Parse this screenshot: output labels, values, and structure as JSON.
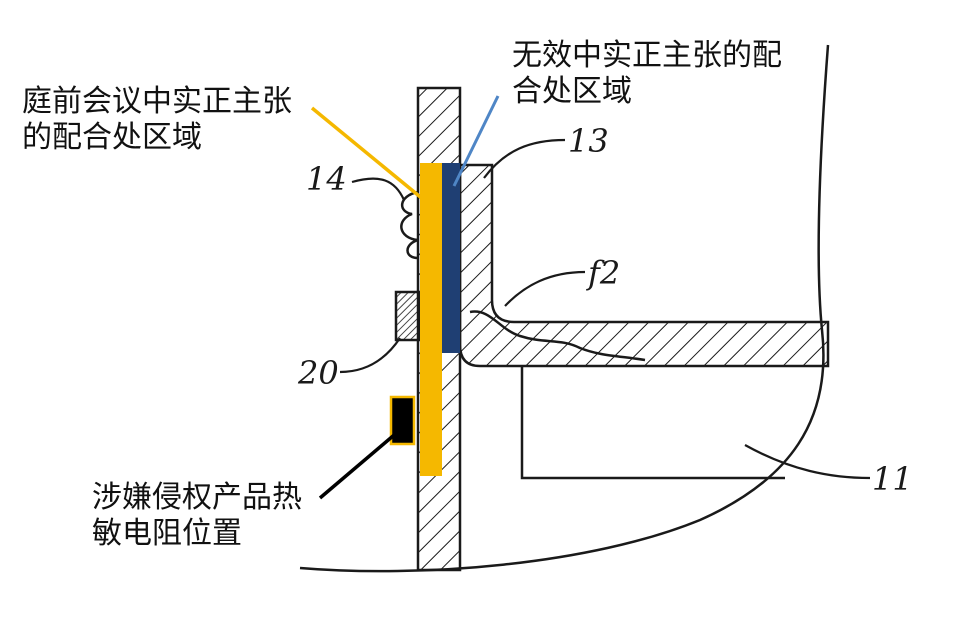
{
  "annotations": {
    "pretrial_region": [
      "庭前会议中实正主张",
      "的配合处区域"
    ],
    "invalid_region": [
      "无效中实正主张的配",
      "合处区域"
    ],
    "thermistor": [
      "涉嫌侵权产品热",
      "敏电阻位置"
    ]
  },
  "reference_numerals": {
    "n14": "14",
    "n13": "13",
    "nf2": "f2",
    "n20": "20",
    "n11": "11"
  },
  "colors": {
    "pretrial_region": "#F5B800",
    "invalid_region": "#1F3F73",
    "thermistor_marker": "#000000",
    "leader_pretrial": "#F5B800",
    "leader_invalid": "#4F86C6",
    "line": "#1a1a1a"
  }
}
